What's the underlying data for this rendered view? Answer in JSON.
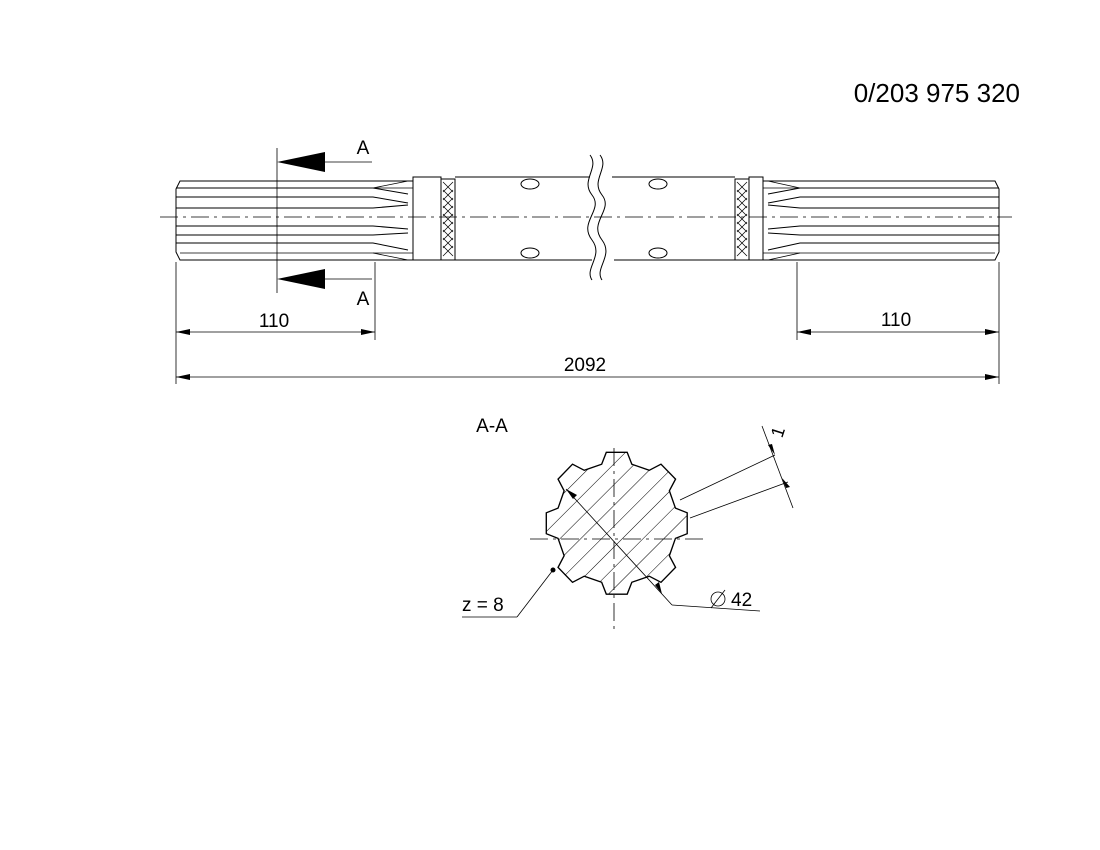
{
  "drawing": {
    "part_number": "0/203 975 320",
    "section_marker": "A",
    "section_title": "A-A",
    "dimensions": {
      "spline_length_left": "110",
      "spline_length_right": "110",
      "overall_length": "2092",
      "spline_depth": "1",
      "diameter": "42",
      "teeth_count": "z = 8"
    }
  }
}
